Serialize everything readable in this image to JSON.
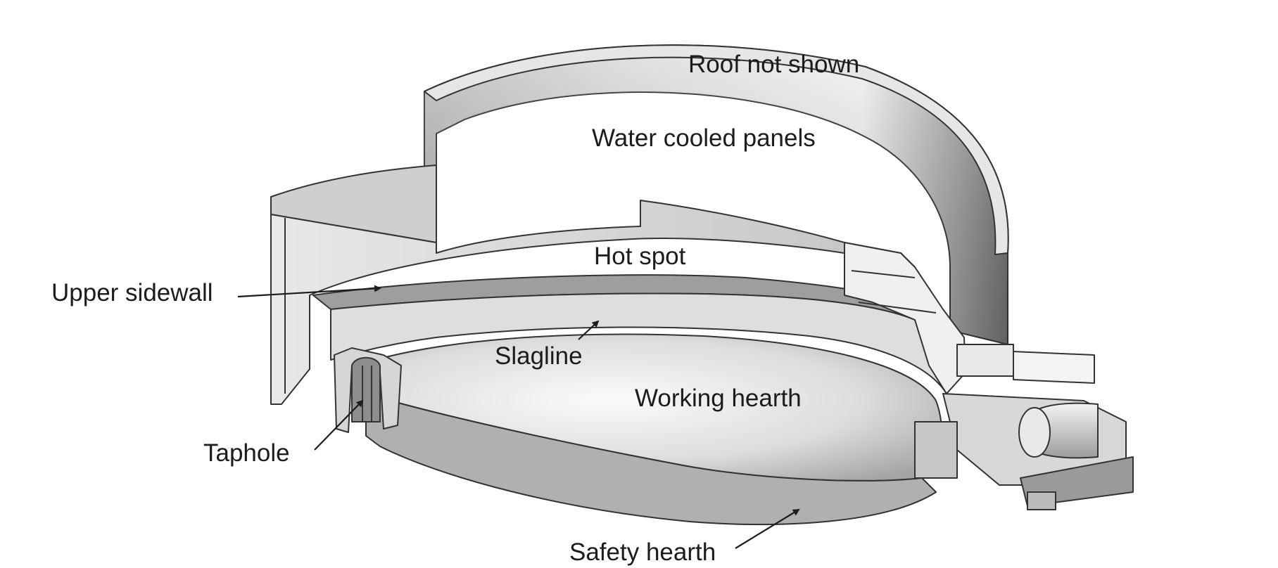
{
  "labels": {
    "roof": "Roof not shown",
    "panels": "Water cooled panels",
    "hotspot": "Hot spot",
    "upper_sidewall": "Upper sidewall",
    "slagline": "Slagline",
    "working_hearth": "Working hearth",
    "taphole": "Taphole",
    "safety_hearth": "Safety hearth"
  }
}
